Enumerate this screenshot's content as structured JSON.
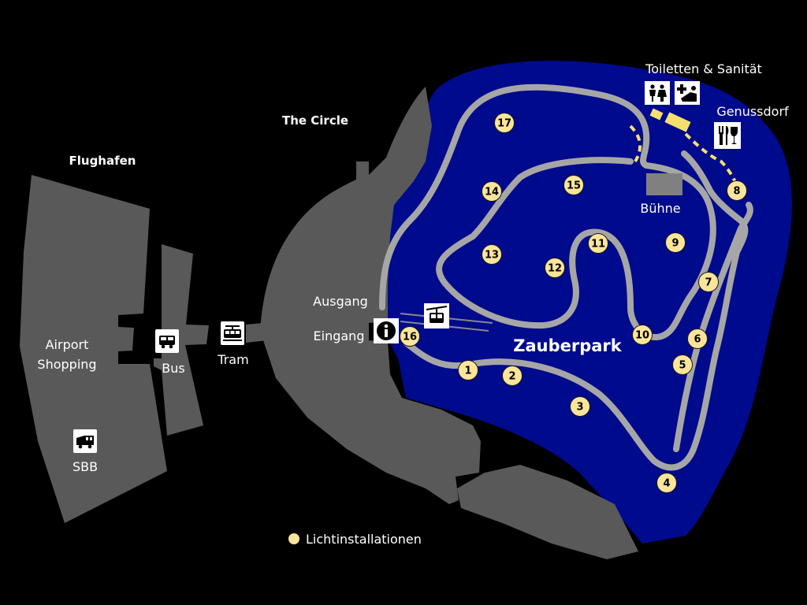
{
  "areas": {
    "flughafen": "Flughafen",
    "the_circle": "The Circle",
    "zauberpark": "Zauberpark"
  },
  "places": {
    "airport_shopping_1": "Airport",
    "airport_shopping_2": "Shopping",
    "bus": "Bus",
    "tram": "Tram",
    "sbb": "SBB",
    "ausgang": "Ausgang",
    "eingang": "Eingang",
    "buehne": "Bühne",
    "toiletten": "Toiletten & Sanität",
    "genussdorf": "Genussdorf"
  },
  "installations": [
    {
      "n": "1"
    },
    {
      "n": "2"
    },
    {
      "n": "3"
    },
    {
      "n": "4"
    },
    {
      "n": "5"
    },
    {
      "n": "6"
    },
    {
      "n": "7"
    },
    {
      "n": "8"
    },
    {
      "n": "9"
    },
    {
      "n": "10"
    },
    {
      "n": "11"
    },
    {
      "n": "12"
    },
    {
      "n": "13"
    },
    {
      "n": "14"
    },
    {
      "n": "15"
    },
    {
      "n": "16"
    },
    {
      "n": "17"
    }
  ],
  "legend": {
    "label": "Lichtinstallationen"
  },
  "colors": {
    "background": "#000000",
    "building": "#595959",
    "park": "#000a8c",
    "path": "#a6a6a6",
    "marker": "#fbe59a",
    "facility": "#f5e06e"
  },
  "icons": {
    "info": "info-icon",
    "tram": "tram-icon",
    "bus": "bus-icon",
    "train": "train-icon",
    "cablecar": "cable-car-icon",
    "toilet": "toilet-icon",
    "first_aid": "first-aid-icon",
    "food": "food-drink-icon"
  }
}
